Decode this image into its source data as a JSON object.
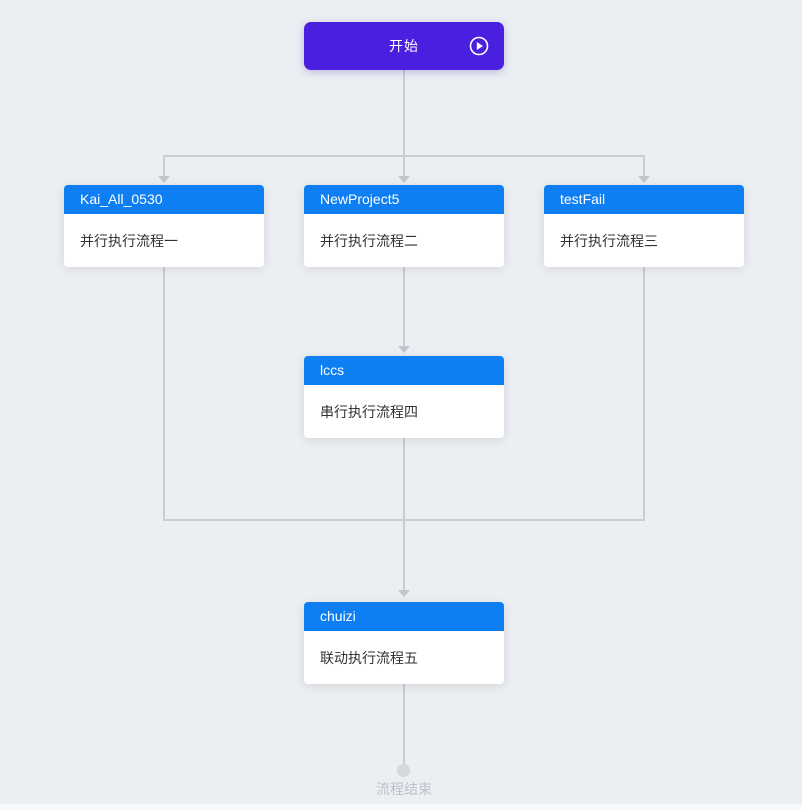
{
  "theme": {
    "background": "#ebeef2",
    "line_color": "#c9ccd1",
    "start_color": "#4b1fe0",
    "node_header_color": "#0d7ff2",
    "node_body_color": "#ffffff",
    "end_text_color": "#bdc1c8"
  },
  "start": {
    "label": "开始"
  },
  "nodes": [
    {
      "id": "node-1",
      "title": "Kai_All_0530",
      "subtitle": "并行执行流程一"
    },
    {
      "id": "node-2",
      "title": "NewProject5",
      "subtitle": "并行执行流程二"
    },
    {
      "id": "node-3",
      "title": "testFail",
      "subtitle": "并行执行流程三"
    },
    {
      "id": "node-4",
      "title": "lccs",
      "subtitle": "串行执行流程四"
    },
    {
      "id": "node-5",
      "title": "chuizi",
      "subtitle": "联动执行流程五"
    }
  ],
  "edges": [
    {
      "from": "start",
      "to": "node-1"
    },
    {
      "from": "start",
      "to": "node-2"
    },
    {
      "from": "start",
      "to": "node-3"
    },
    {
      "from": "node-2",
      "to": "node-4"
    },
    {
      "from": "node-1",
      "to": "node-5"
    },
    {
      "from": "node-3",
      "to": "node-5"
    },
    {
      "from": "node-4",
      "to": "node-5"
    },
    {
      "from": "node-5",
      "to": "end"
    }
  ],
  "end": {
    "label": "流程结束"
  }
}
